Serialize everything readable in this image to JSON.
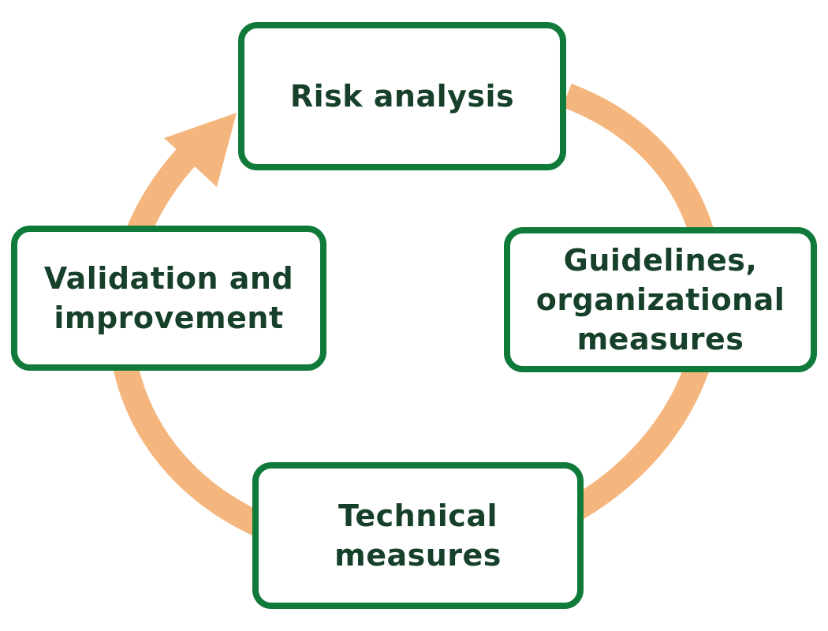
{
  "colors": {
    "box_border": "#0f7a3a",
    "label_text": "#16402a",
    "cycle_arrow": "#f5b67e"
  },
  "stages": {
    "risk_analysis": "Risk analysis",
    "guidelines": "Guidelines,\norganizational\nmeasures",
    "technical": "Technical\nmeasures",
    "validation": "Validation and\nimprovement"
  }
}
